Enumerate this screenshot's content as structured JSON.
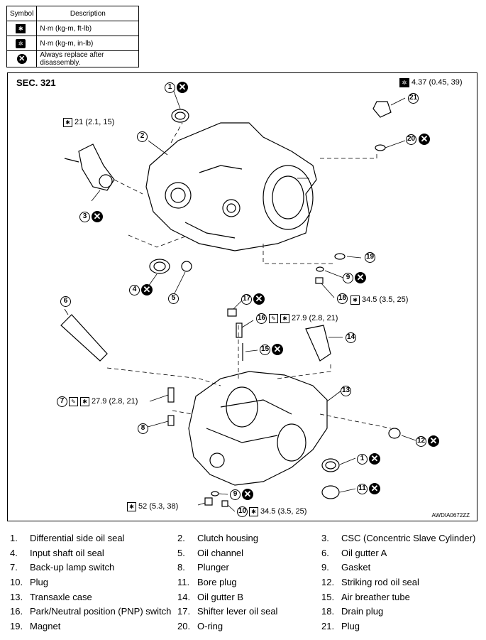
{
  "legend": {
    "header_symbol": "Symbol",
    "header_description": "Description",
    "rows": [
      {
        "icon": "torque-wrench-icon",
        "text": "N·m (kg-m, ft-lb)"
      },
      {
        "icon": "torque-wrench-inlb-icon",
        "text": "N·m (kg-m, in-lb)"
      },
      {
        "icon": "replace-x-icon",
        "text": "Always replace after disassembly."
      }
    ]
  },
  "figure": {
    "section": "SEC. 321",
    "code": "AWDIA0672ZZ",
    "torques": {
      "t1": "4.37 (0.45, 39)",
      "t2": "21 (2.1, 15)",
      "t3": "34.5 (3.5, 25)",
      "t4": "27.9 (2.8, 21)",
      "t5": "27.9 (2.8, 21)",
      "t6": "52 (5.3, 38)",
      "t7": "34.5 (3.5, 25)"
    },
    "callouts": [
      "1",
      "21",
      "20",
      "2",
      "3",
      "4",
      "5",
      "19",
      "9",
      "18",
      "17",
      "16",
      "15",
      "14",
      "6",
      "13",
      "7",
      "8",
      "12",
      "1",
      "11",
      "9",
      "10"
    ],
    "x_mark": "✕"
  },
  "parts": [
    [
      {
        "n": "1.",
        "t": "Differential side oil seal"
      },
      {
        "n": "2.",
        "t": "Clutch housing"
      },
      {
        "n": "3.",
        "t": "CSC (Concentric Slave Cylinder)"
      }
    ],
    [
      {
        "n": "4.",
        "t": "Input shaft oil seal"
      },
      {
        "n": "5.",
        "t": "Oil channel"
      },
      {
        "n": "6.",
        "t": "Oil gutter A"
      }
    ],
    [
      {
        "n": "7.",
        "t": "Back-up lamp switch"
      },
      {
        "n": "8.",
        "t": "Plunger"
      },
      {
        "n": "9.",
        "t": "Gasket"
      }
    ],
    [
      {
        "n": "10.",
        "t": "Plug"
      },
      {
        "n": "11.",
        "t": "Bore plug"
      },
      {
        "n": "12.",
        "t": "Striking rod oil seal"
      }
    ],
    [
      {
        "n": "13.",
        "t": "Transaxle case"
      },
      {
        "n": "14.",
        "t": "Oil gutter B"
      },
      {
        "n": "15.",
        "t": "Air breather tube"
      }
    ],
    [
      {
        "n": "16.",
        "t": "Park/Neutral position (PNP) switch"
      },
      {
        "n": "17.",
        "t": "Shifter lever oil seal"
      },
      {
        "n": "18.",
        "t": "Drain plug"
      }
    ],
    [
      {
        "n": "19.",
        "t": "Magnet"
      },
      {
        "n": "20.",
        "t": "O-ring"
      },
      {
        "n": "21.",
        "t": "Plug"
      }
    ]
  ]
}
